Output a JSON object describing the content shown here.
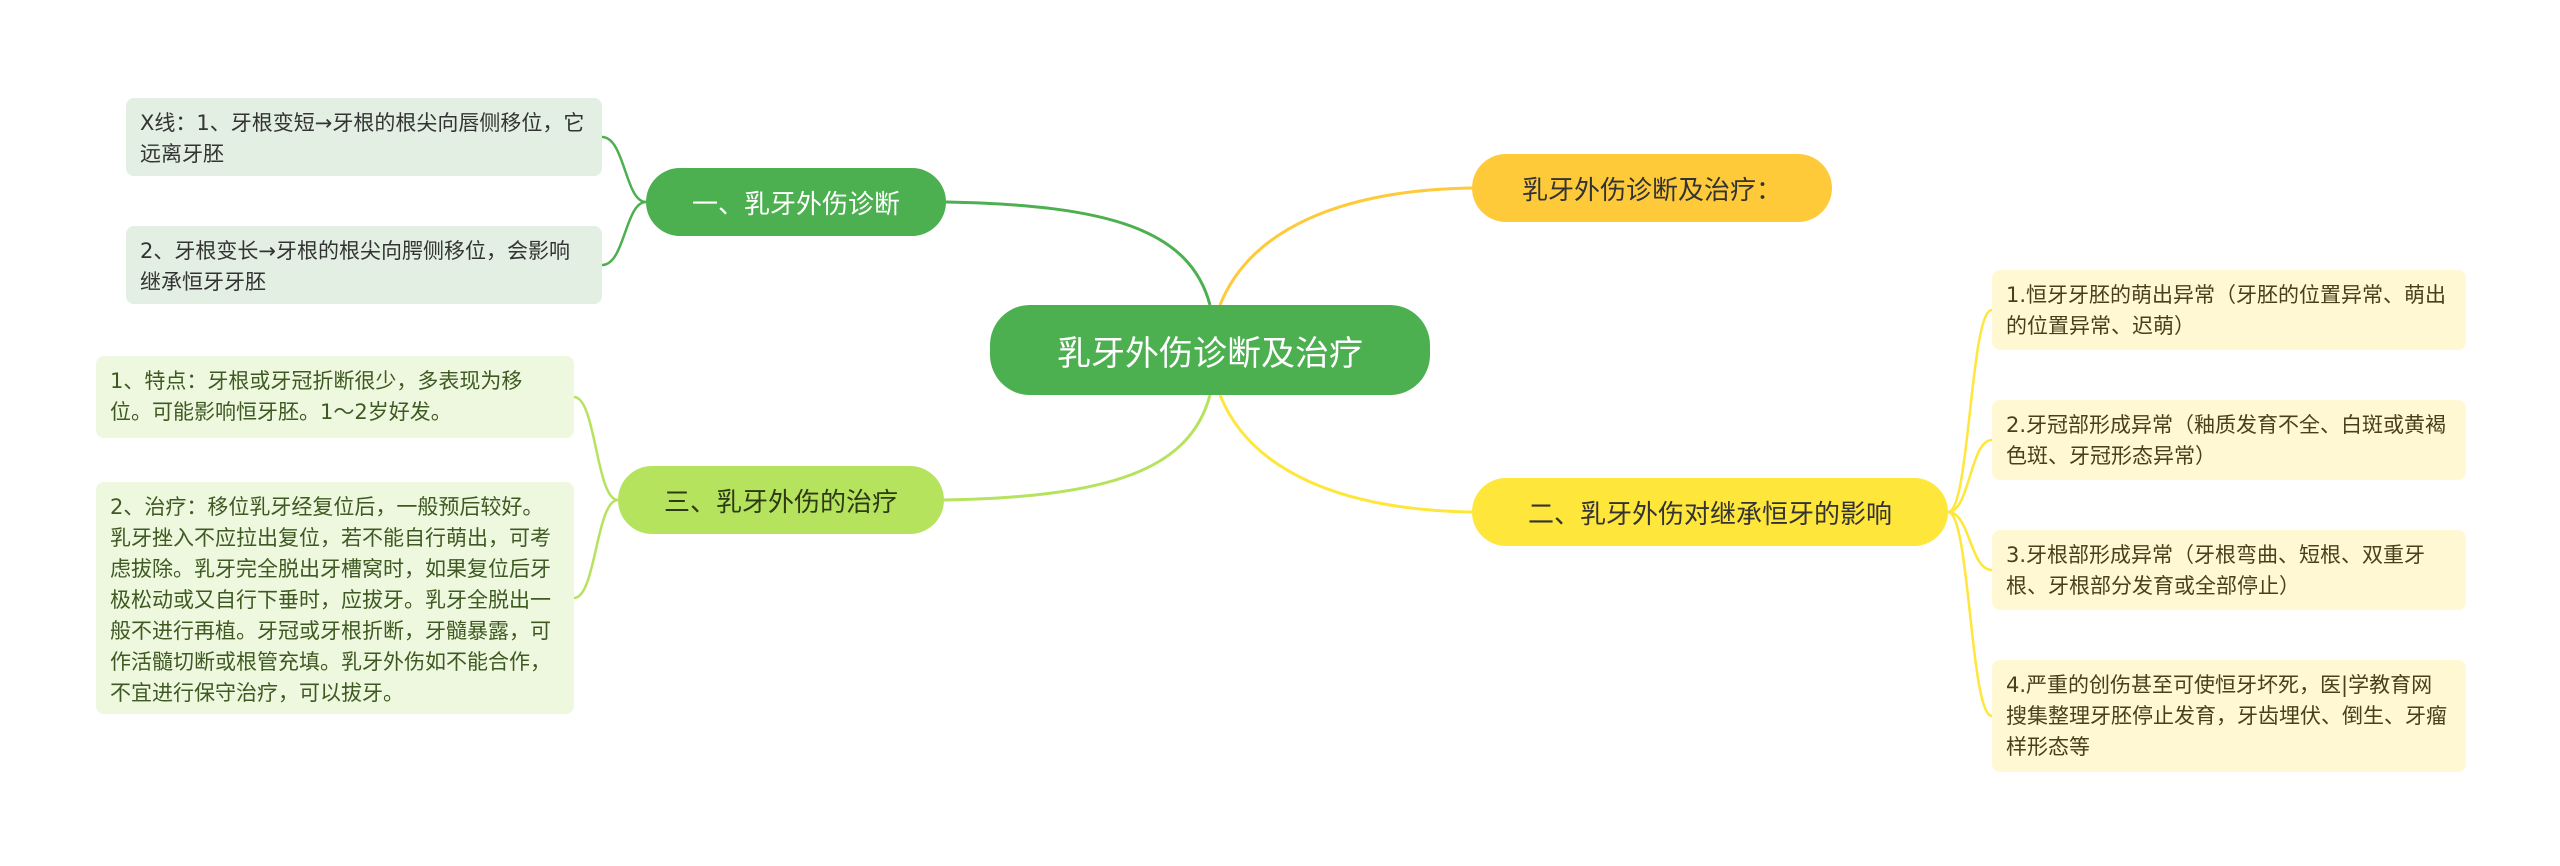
{
  "colors": {
    "root": "#4caf50",
    "branch_1": "#4caf50",
    "branch_3": "#b6e35e",
    "branch_right_1": "#ffca3a",
    "branch_right_2": "#ffe63b",
    "leaf_green": "#e2efe2",
    "leaf_light_green": "#eef8df",
    "leaf_yellow": "#fff8d2"
  },
  "root": {
    "label": "乳牙外伤诊断及治疗"
  },
  "left_branches": [
    {
      "label": "一、乳牙外伤诊断",
      "children": [
        "X线：1、牙根变短→牙根的根尖向唇侧移位，它远离牙胚",
        "2、牙根变长→牙根的根尖向腭侧移位，会影响继承恒牙牙胚"
      ]
    },
    {
      "label": "三、乳牙外伤的治疗",
      "children": [
        "1、特点：牙根或牙冠折断很少，多表现为移位。可能影响恒牙胚。1～2岁好发。",
        "2、治疗：移位乳牙经复位后，一般预后较好。乳牙挫入不应拉出复位，若不能自行萌出，可考虑拔除。乳牙完全脱出牙槽窝时，如果复位后牙极松动或又自行下垂时，应拔牙。乳牙全脱出一般不进行再植。牙冠或牙根折断，牙髓暴露，可作活髓切断或根管充填。乳牙外伤如不能合作，不宜进行保守治疗，可以拔牙。"
      ]
    }
  ],
  "right_branches": [
    {
      "label": "乳牙外伤诊断及治疗：",
      "children": []
    },
    {
      "label": "二、乳牙外伤对继承恒牙的影响",
      "children": [
        "1.恒牙牙胚的萌出异常（牙胚的位置异常、萌出的位置异常、迟萌）",
        "2.牙冠部形成异常（釉质发育不全、白斑或黄褐色斑、牙冠形态异常）",
        "3.牙根部形成异常（牙根弯曲、短根、双重牙根、牙根部分发育或全部停止）",
        "4.严重的创伤甚至可使恒牙坏死，医|学教育网搜集整理牙胚停止发育，牙齿埋伏、倒生、牙瘤样形态等"
      ]
    }
  ]
}
